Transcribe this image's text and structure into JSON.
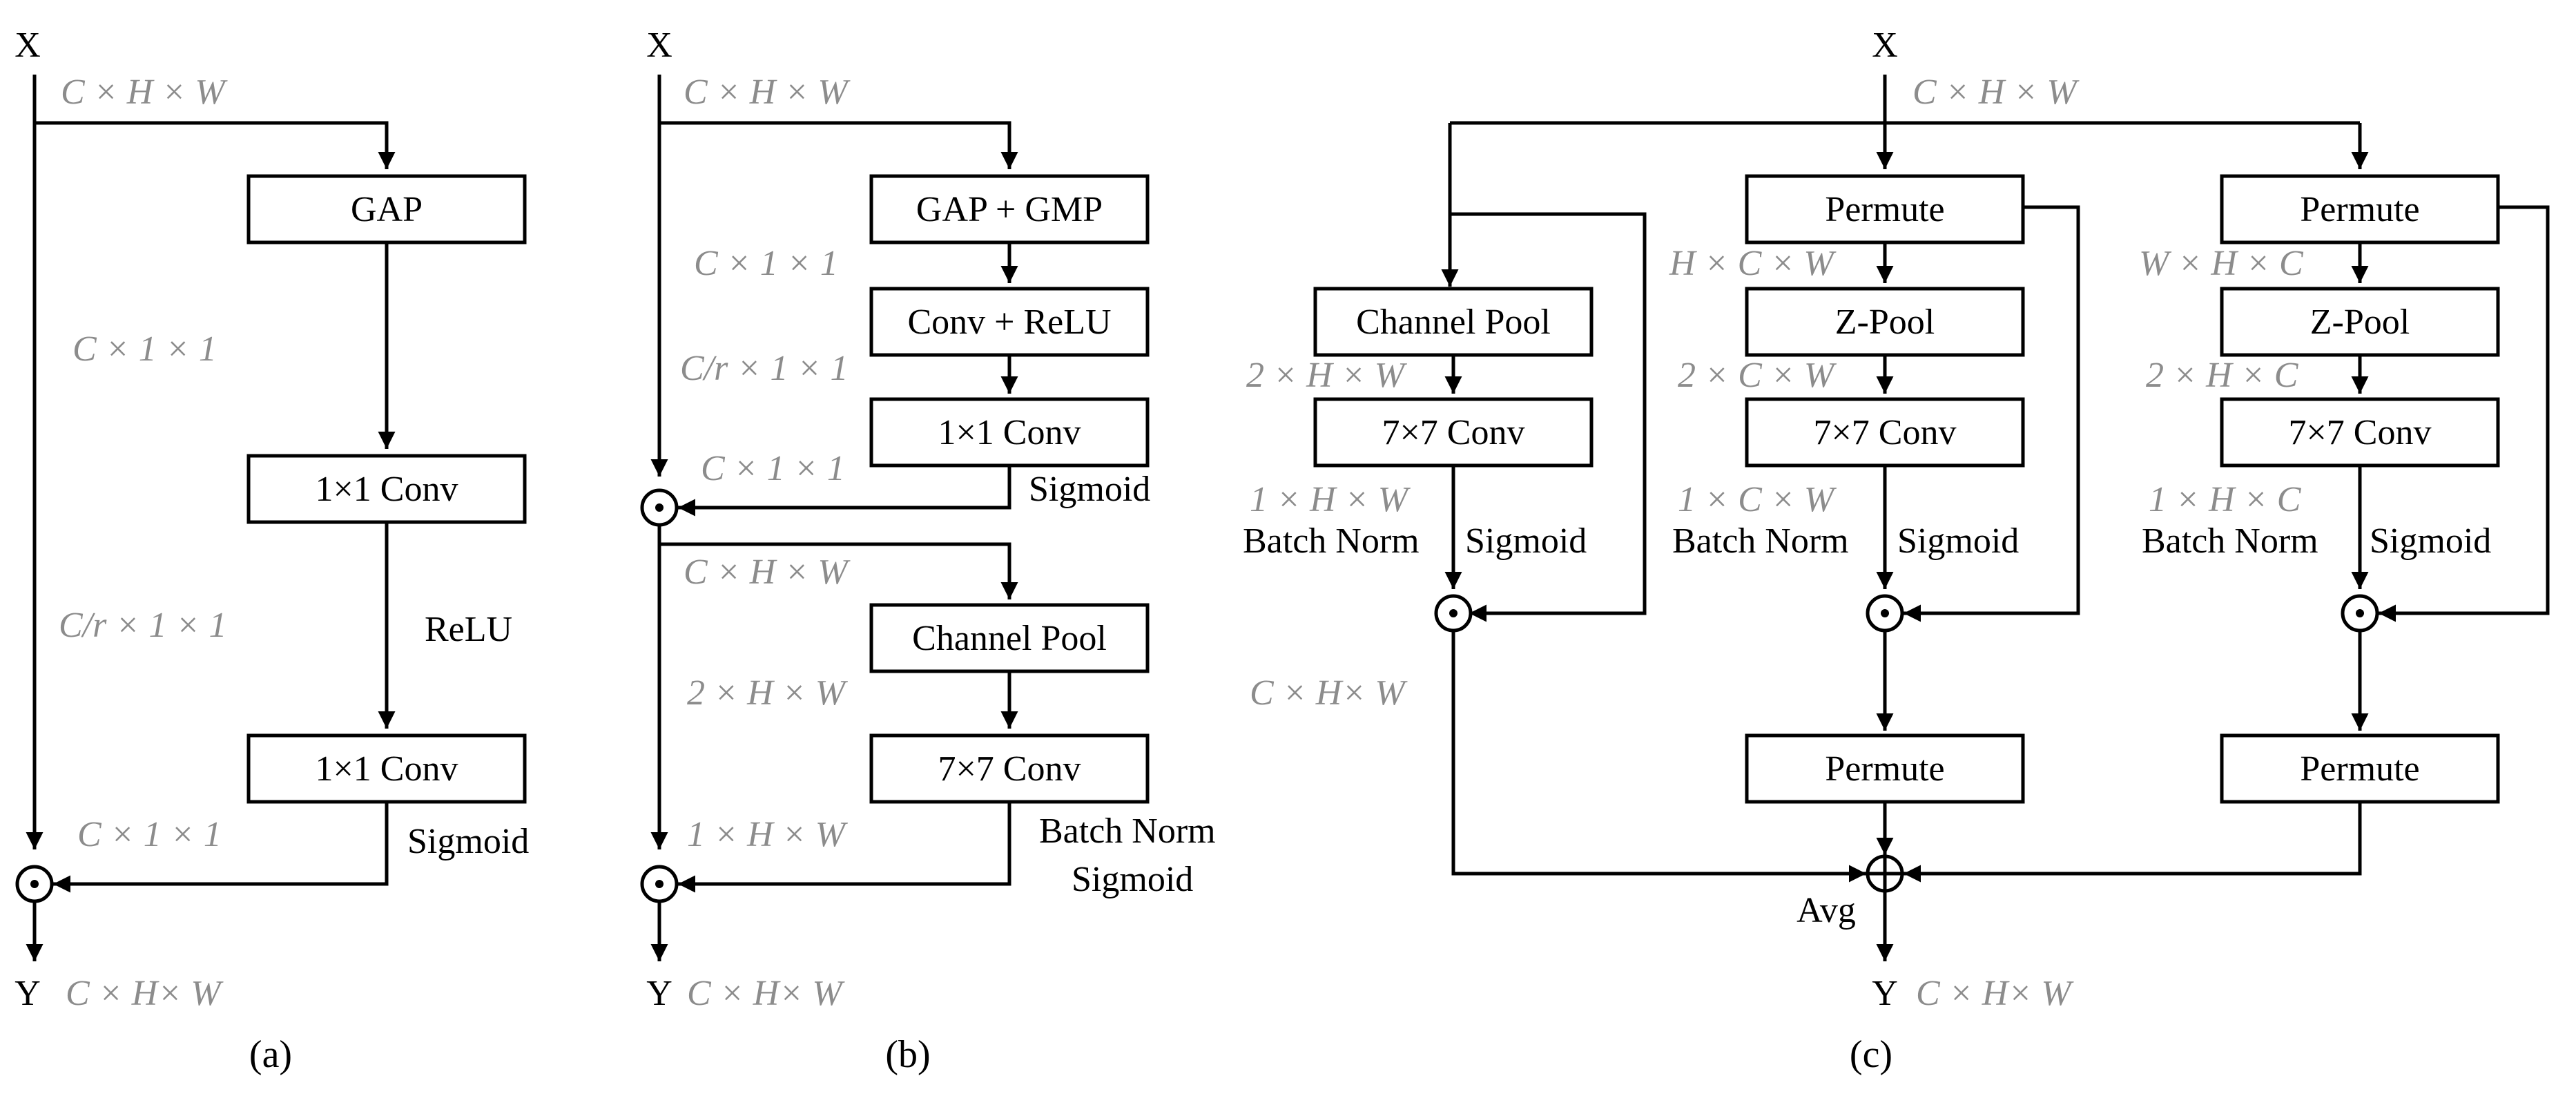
{
  "colors": {
    "line": "#000000",
    "dim_text": "#8c8c8c",
    "background": "#ffffff"
  },
  "a": {
    "input": "X",
    "output": "Y",
    "dim_in": "C × H × W",
    "dim_gap": "C × 1 × 1",
    "dim_reduced": "C/r × 1 × 1",
    "dim_sig": "C × 1 × 1",
    "dim_out": "C × H× W",
    "box_gap": "GAP",
    "box_conv1": "1×1 Conv",
    "box_conv2": "1×1 Conv",
    "relu": "ReLU",
    "sigmoid": "Sigmoid",
    "caption": "(a)"
  },
  "b": {
    "input": "X",
    "output": "Y",
    "dim_in": "C × H × W",
    "dim_pool": "C × 1 × 1",
    "dim_reduced": "C/r × 1 × 1",
    "dim_sig": "C × 1 × 1",
    "dim_mid": "C × H × W",
    "dim_cp": "2 × H × W",
    "dim_sp": "1 × H × W",
    "dim_out": "C × H× W",
    "box_gapgmp": "GAP + GMP",
    "box_convrelu": "Conv + ReLU",
    "box_conv11": "1×1 Conv",
    "box_chpool": "Channel Pool",
    "box_conv77": "7×7 Conv",
    "sigmoid1": "Sigmoid",
    "batchnorm": "Batch Norm",
    "sigmoid2": "Sigmoid",
    "caption": "(b)"
  },
  "c": {
    "input": "X",
    "output": "Y",
    "avg": "Avg",
    "dim_in": "C × H × W",
    "dim_mid": "C × H× W",
    "dim_out": "C × H× W",
    "branch1": {
      "box_pool": "Channel Pool",
      "dim_pool": "2 × H × W",
      "box_conv": "7×7 Conv",
      "dim_conv": "1 × H × W",
      "bn": "Batch Norm",
      "sig": "Sigmoid"
    },
    "branch2": {
      "box_perm": "Permute",
      "dim_perm": "H × C × W",
      "box_pool": "Z-Pool",
      "dim_pool": "2 × C × W",
      "box_conv": "7×7 Conv",
      "dim_conv": "1 × C × W",
      "bn": "Batch Norm",
      "sig": "Sigmoid",
      "box_perm2": "Permute"
    },
    "branch3": {
      "box_perm": "Permute",
      "dim_perm": "W × H × C",
      "box_pool": "Z-Pool",
      "dim_pool": "2 × H × C",
      "box_conv": "7×7 Conv",
      "dim_conv": "1 × H × C",
      "bn": "Batch Norm",
      "sig": "Sigmoid",
      "box_perm2": "Permute"
    },
    "caption": "(c)"
  }
}
